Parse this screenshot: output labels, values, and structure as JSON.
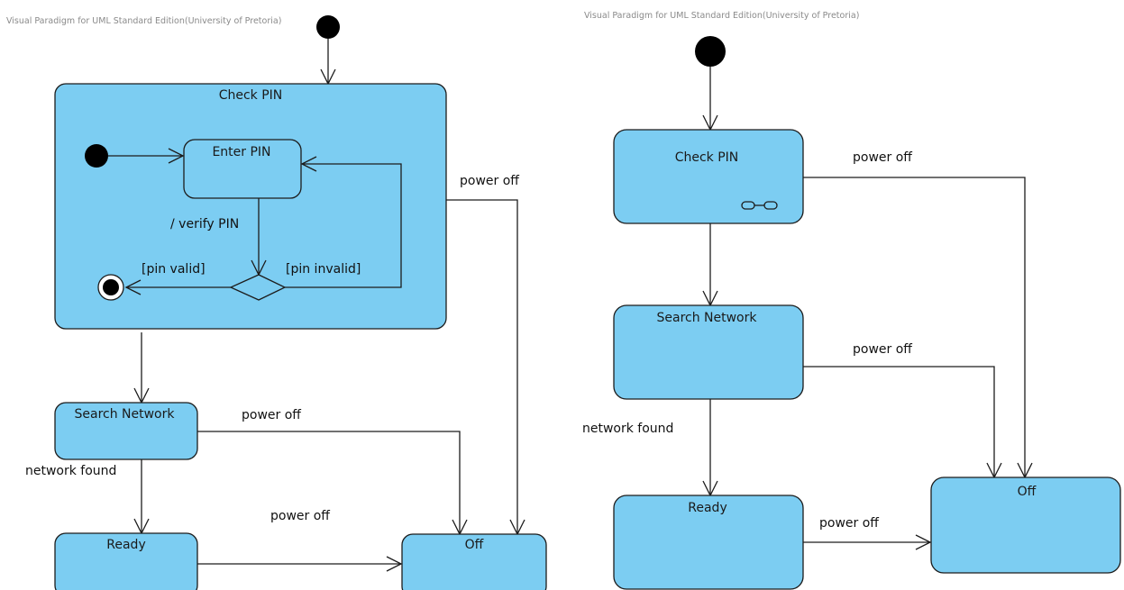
{
  "watermark": "Visual Paradigm for UML Standard Edition(University of Pretoria)",
  "left": {
    "check_pin": "Check PIN",
    "enter_pin": "Enter PIN",
    "verify_pin": "/ verify PIN",
    "pin_valid": "[pin valid]",
    "pin_invalid": "[pin invalid]",
    "power_off_1": "power off",
    "search_network": "Search Network",
    "power_off_2": "power off",
    "network_found": "network found",
    "ready": "Ready",
    "power_off_3": "power off",
    "off": "Off"
  },
  "right": {
    "check_pin": "Check PIN",
    "power_off_1": "power off",
    "search_network": "Search Network",
    "power_off_2": "power off",
    "network_found": "network found",
    "ready": "Ready",
    "power_off_3": "power off",
    "off": "Off"
  },
  "colors": {
    "state_fill": "#7ccdf2",
    "stroke": "#1c1c1c"
  }
}
